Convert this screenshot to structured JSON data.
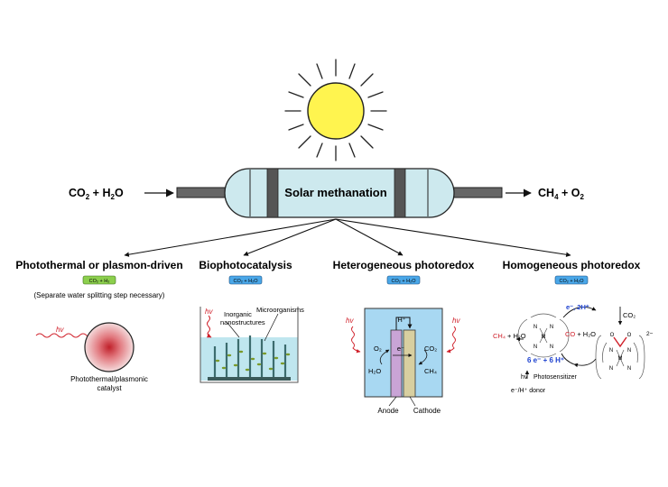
{
  "reactor": {
    "label": "Solar methanation",
    "input_main": "CO",
    "input_sub": "2",
    "input_rest": " + H",
    "input_sub2": "2",
    "input_tail": "O",
    "output_main": "CH",
    "output_sub": "4",
    "output_rest": " + O",
    "output_sub2": "2"
  },
  "categories": [
    {
      "title": "Photothermal or plasmon-driven",
      "badge": "CO₂ + H₂",
      "note": "(Separate water splitting step necessary)"
    },
    {
      "title": "Biophotocatalysis",
      "badge": "CO₂ + H₂O"
    },
    {
      "title": "Heterogeneous photoredox",
      "badge": "CO₂ + H₂O"
    },
    {
      "title": "Homogeneous photoredox",
      "badge": "CO₂ + H₂O"
    }
  ],
  "colors": {
    "sun": "#fff44f",
    "reactor": "#cde9ee",
    "band": "#555555",
    "badge_green": "#8ccf4d",
    "badge_blue": "#4aa7e8",
    "water": "#bfe6ef",
    "cell": "#a8d8f2",
    "anode": "#c9a4d6",
    "cathode": "#d8cfa0",
    "red": "#d0202a",
    "blue": "#1a3fcf"
  },
  "photothermal": {
    "hv": "hv",
    "catalyst_line1": "Photothermal/plasmonic",
    "catalyst_line2": "catalyst"
  },
  "bio": {
    "hv": "hv",
    "nano_line1": "Inorganic",
    "nano_line2": "nanostructures",
    "micro": "Microorganisms"
  },
  "hetero": {
    "hv_left": "hv",
    "hv_right": "hv",
    "h_plus": "H⁺",
    "e_minus": "e⁻",
    "o2": "O₂",
    "h2o": "H₂O",
    "co2": "CO₂",
    "ch4": "CH₄",
    "anode": "Anode",
    "cathode": "Cathode"
  },
  "homo": {
    "e2h": "e⁻, 2H⁺",
    "co2": "CO₂",
    "ch4": "CH₄",
    "h2o_left": " + H₂O",
    "co": "CO",
    "h2o_right": " + H₂O",
    "six": "6 e⁻ + 6 H⁺",
    "hv": "hv",
    "photosensitizer": "Photosensitizer",
    "donor": "e⁻/H⁺ donor",
    "charge": "2−",
    "metal": "M",
    "n": "N",
    "o": "O"
  }
}
